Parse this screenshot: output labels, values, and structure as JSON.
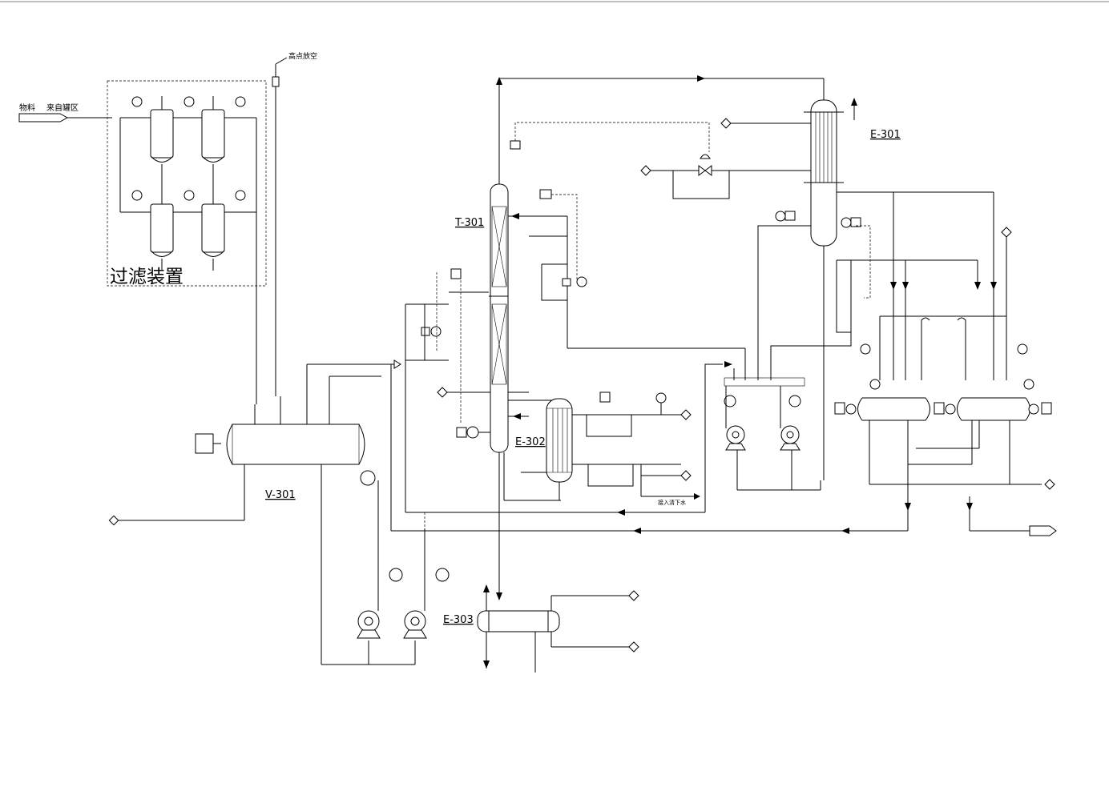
{
  "labels": {
    "high_vent": "高点放空",
    "feed_material": "物料",
    "feed_source": "来自罐区",
    "filter_unit": "过滤装置",
    "column": "T-301",
    "condenser": "E-301",
    "reboiler": "E-302",
    "cooler": "E-303",
    "tank": "V-301",
    "sewage": "接入清下水"
  },
  "colors": {
    "line": "#000000",
    "background": "#ffffff"
  }
}
